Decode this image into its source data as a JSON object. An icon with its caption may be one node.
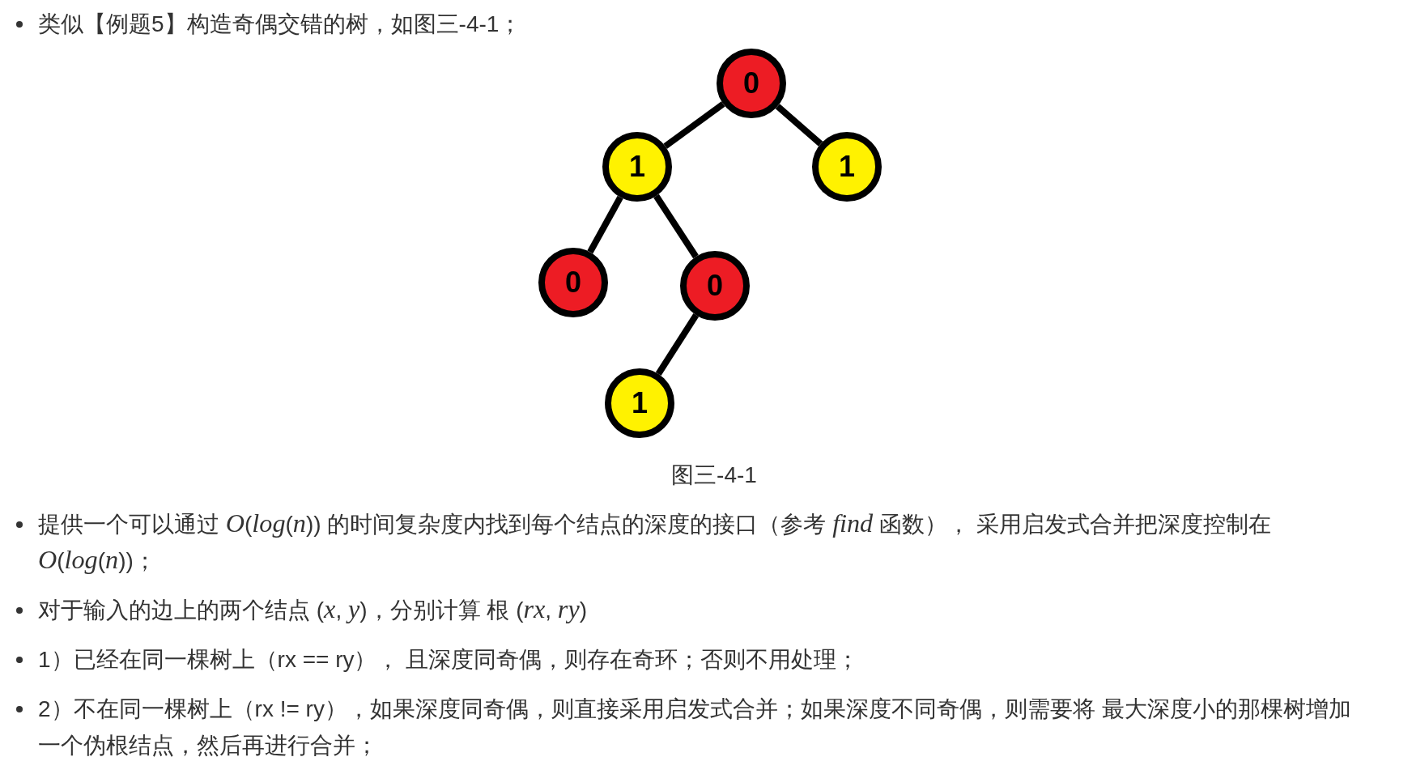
{
  "diagram": {
    "caption": "图三-4-1",
    "nodes": [
      {
        "text": [
          "0"
        ]
      },
      {
        "text": [
          "1"
        ]
      },
      {
        "text": [
          "1"
        ]
      },
      {
        "text": [
          "0"
        ]
      },
      {
        "text": [
          "0"
        ]
      },
      {
        "text": [
          "1"
        ]
      }
    ],
    "edges": [
      {
        "from": 0,
        "to": 1,
        "arrow": "none"
      },
      {
        "from": 0,
        "to": 2,
        "arrow": "none"
      },
      {
        "from": 1,
        "to": 3,
        "arrow": "none"
      },
      {
        "from": 1,
        "to": 4,
        "arrow": "none"
      },
      {
        "from": 4,
        "to": 5,
        "arrow": "none"
      }
    ],
    "labels": [
      "类似【例题5】构造奇偶交错的树，如图三-4-1；",
      "提供一个可以通过 *O*(*log*(*n*)) 的时间复杂度内找到每个结点的深度的接口（参考 *find* 函数）， 采用启发式合并把深度控制在 *O*(*log*(*n*))；",
      "对于输入的边上的两个结点 (*x*, *y*)，分别计算 根 (*rx*, *ry*)",
      "1）已经在同一棵树上（rx == ry）， 且深度同奇偶，则存在奇环；否则不用处理；",
      "2）不在同一棵树上（rx != ry），如果深度同奇偶，则直接采用启发式合并；如果深度不同奇偶，则需要将 最大深度小的那棵树增加一个伪根结点，然后再进行合并；"
    ]
  }
}
